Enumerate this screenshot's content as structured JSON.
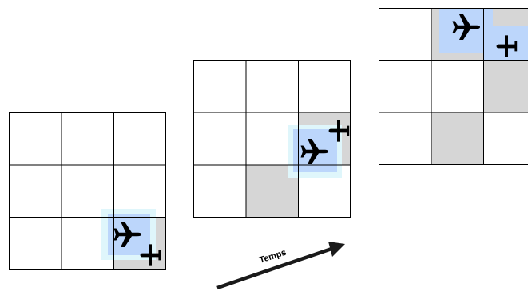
{
  "diagram": {
    "arrow_label": "Temps",
    "colors": {
      "cell_border": "#000000",
      "cell_shaded": "#d6d6d6",
      "highlight": "#bcd6fb",
      "highlight_glow": "#dff6fb",
      "icon": "#000000",
      "arrow": "#1a1a1a"
    },
    "grids": [
      {
        "name": "time-step-1",
        "rows": 3,
        "cols": 3,
        "shaded_cells": [
          [
            2,
            2
          ]
        ],
        "airliner_cell": [
          2,
          2
        ],
        "small_plane_cell": [
          2,
          2
        ]
      },
      {
        "name": "time-step-2",
        "rows": 3,
        "cols": 3,
        "shaded_cells": [
          [
            1,
            2
          ],
          [
            2,
            1
          ]
        ],
        "airliner_cell": [
          1,
          2
        ],
        "small_plane_cell": [
          1,
          2
        ]
      },
      {
        "name": "time-step-3",
        "rows": 3,
        "cols": 3,
        "shaded_cells": [
          [
            0,
            1
          ],
          [
            0,
            2
          ],
          [
            1,
            2
          ],
          [
            2,
            1
          ]
        ],
        "airliner_cell": [
          0,
          1
        ],
        "small_plane_cell": [
          0,
          2
        ]
      }
    ]
  }
}
